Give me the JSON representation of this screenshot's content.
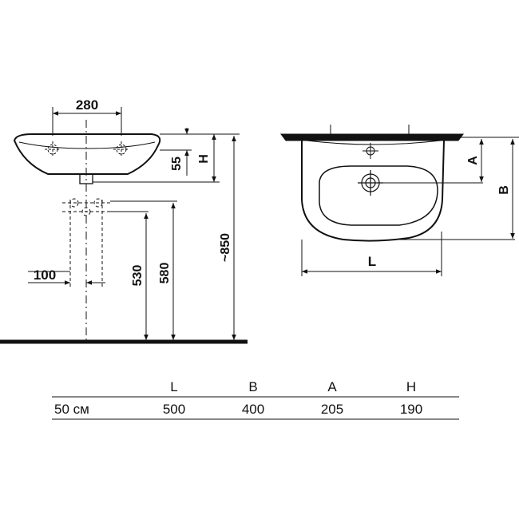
{
  "side_view": {
    "width_280": "280",
    "dim_55": "55",
    "dim_h": "H",
    "dim_850": "~850",
    "dim_580": "580",
    "dim_530": "530",
    "dim_100": "100"
  },
  "front_view": {
    "dim_a": "A",
    "dim_b": "B",
    "dim_l": "L"
  },
  "table": {
    "headers": [
      "L",
      "B",
      "A",
      "H"
    ],
    "rows": [
      {
        "label": "50 см",
        "values": [
          "500",
          "400",
          "205",
          "190"
        ]
      }
    ]
  }
}
